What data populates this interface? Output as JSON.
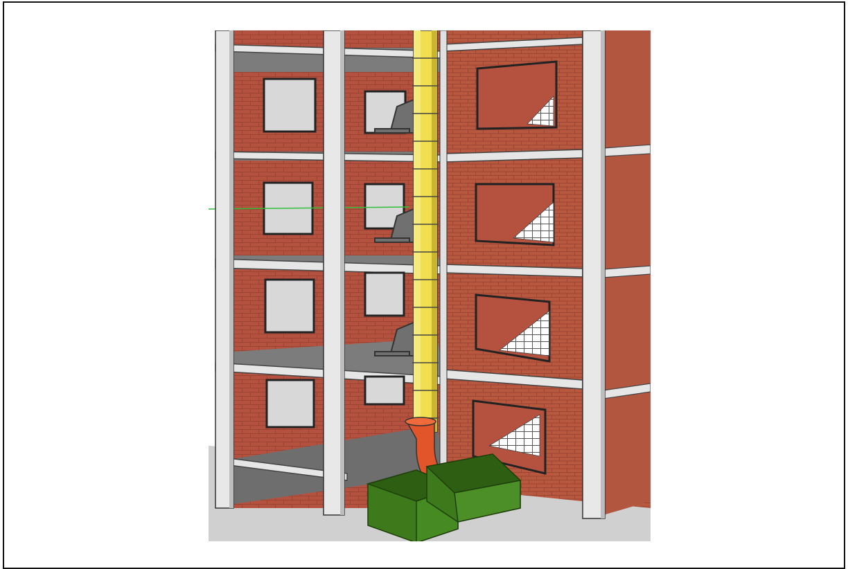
{
  "figure": {
    "description_icon": "construction-debris-chute-illustration",
    "colors": {
      "brick": "#b5523f",
      "brick_dark": "#8e3c2e",
      "concrete": "#e4e4e4",
      "concrete_shadow": "#bdbdbd",
      "slab": "#7a7a7a",
      "window_glass": "#d6d6d6",
      "chute_yellow": "#f1df4f",
      "chute_elbow": "#e2542a",
      "skip_green": "#3c7a1b",
      "ground": "#cfcfcf",
      "sky": "#ffffff"
    },
    "floors_visible": 4,
    "chute_segments": 14,
    "skips": 2
  }
}
